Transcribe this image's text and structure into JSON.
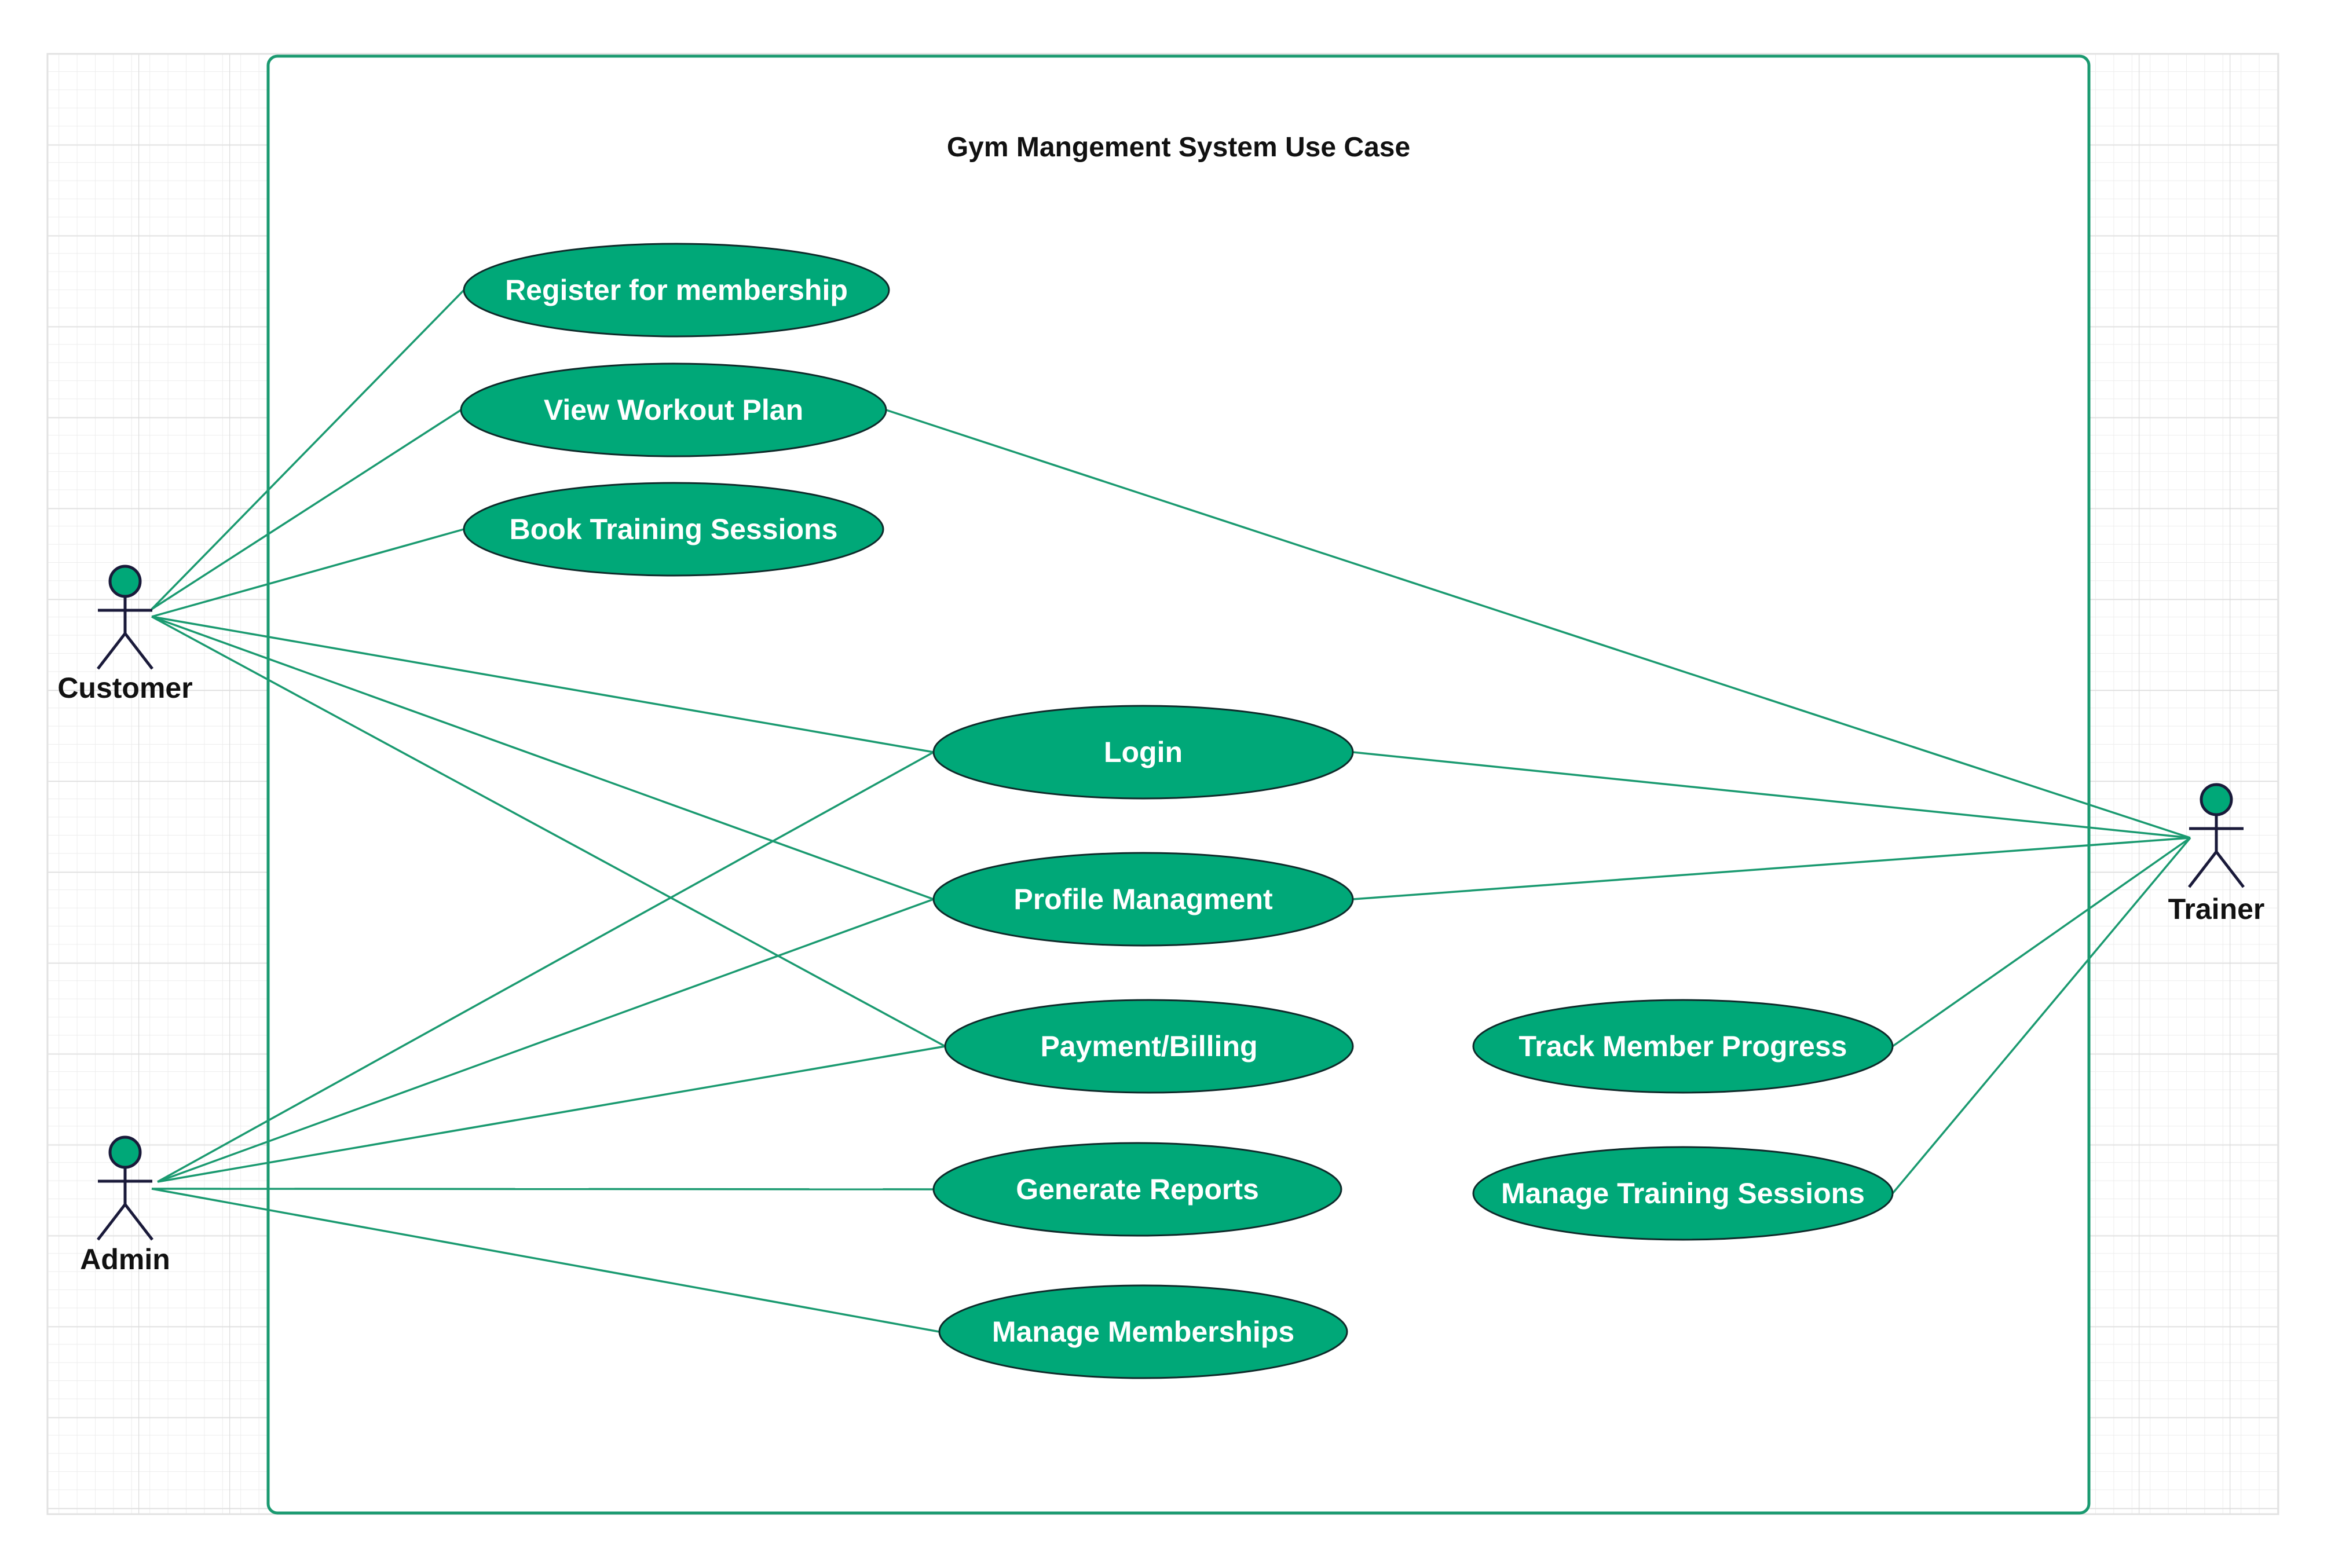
{
  "diagram": {
    "title": "Gym Mangement System Use Case",
    "colors": {
      "accent": "#00A878",
      "boundary": "#1A9A70",
      "association": "#1A9A70",
      "ellipse_stroke": "#0F2A2A",
      "actor_stroke": "#1A1A3A",
      "grid_minor": "#EDEDED",
      "grid_major": "#DDDDDD",
      "text_dark": "#111111",
      "text_light": "#FFFFFF"
    },
    "actors": [
      {
        "id": "customer",
        "label": "Customer"
      },
      {
        "id": "admin",
        "label": "Admin"
      },
      {
        "id": "trainer",
        "label": "Trainer"
      }
    ],
    "use_cases": [
      {
        "id": "register",
        "label": "Register for membership"
      },
      {
        "id": "view_workout",
        "label": "View Workout Plan"
      },
      {
        "id": "book_training",
        "label": "Book Training Sessions"
      },
      {
        "id": "login",
        "label": "Login"
      },
      {
        "id": "profile",
        "label": "Profile Managment"
      },
      {
        "id": "payment",
        "label": "Payment/Billing"
      },
      {
        "id": "generate_reports",
        "label": "Generate Reports"
      },
      {
        "id": "manage_memberships",
        "label": "Manage Memberships"
      },
      {
        "id": "track_progress",
        "label": "Track Member Progress"
      },
      {
        "id": "manage_training",
        "label": "Manage Training Sessions"
      }
    ],
    "associations": [
      {
        "actor": "customer",
        "use_case": "register"
      },
      {
        "actor": "customer",
        "use_case": "view_workout"
      },
      {
        "actor": "customer",
        "use_case": "book_training"
      },
      {
        "actor": "customer",
        "use_case": "login"
      },
      {
        "actor": "customer",
        "use_case": "profile"
      },
      {
        "actor": "customer",
        "use_case": "payment"
      },
      {
        "actor": "admin",
        "use_case": "login"
      },
      {
        "actor": "admin",
        "use_case": "profile"
      },
      {
        "actor": "admin",
        "use_case": "payment"
      },
      {
        "actor": "admin",
        "use_case": "generate_reports"
      },
      {
        "actor": "admin",
        "use_case": "manage_memberships"
      },
      {
        "actor": "trainer",
        "use_case": "view_workout"
      },
      {
        "actor": "trainer",
        "use_case": "login"
      },
      {
        "actor": "trainer",
        "use_case": "profile"
      },
      {
        "actor": "trainer",
        "use_case": "track_progress"
      },
      {
        "actor": "trainer",
        "use_case": "manage_training"
      }
    ]
  }
}
